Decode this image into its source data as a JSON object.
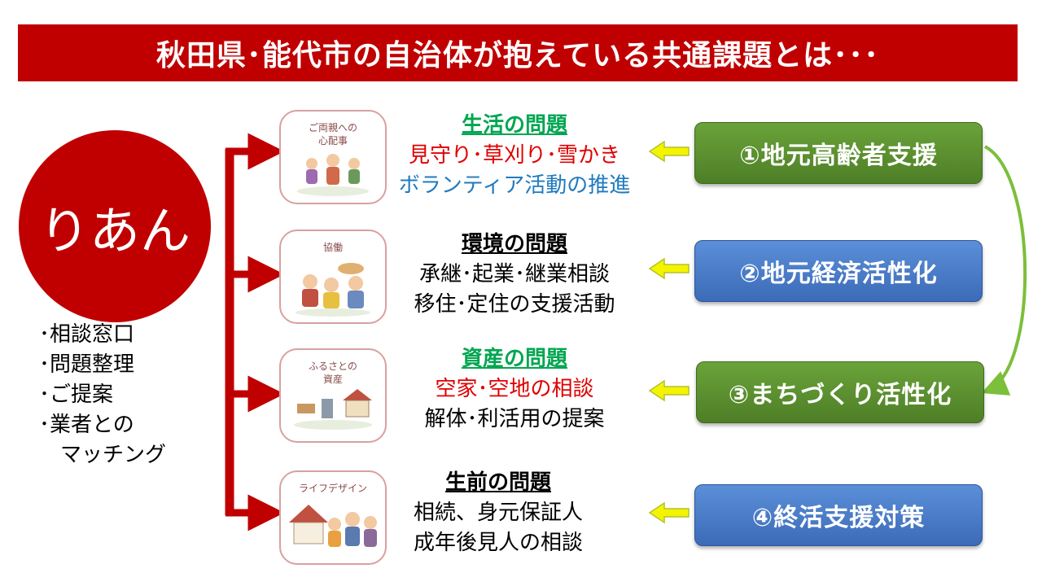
{
  "title": "秋田県･能代市の自治体が抱えている共通課題とは･･･",
  "brand": "りあん",
  "services": [
    "･相談窓口",
    "･問題整理",
    "･ご提案",
    "･業者との",
    "マッチング"
  ],
  "illustrations": [
    {
      "caption_lines": [
        "ご両親への",
        "心配事"
      ]
    },
    {
      "caption_lines": [
        "協働"
      ]
    },
    {
      "caption_lines": [
        "ふるさとの",
        "資産"
      ]
    },
    {
      "caption_lines": [
        "ライフデザイン"
      ]
    }
  ],
  "problems": [
    {
      "title": "生活の問題",
      "lines": [
        "見守り･草刈り･雪かき",
        "ボランティア活動の推進"
      ]
    },
    {
      "title": "環境の問題",
      "lines": [
        "承継･起業･継業相談",
        "移住･定住の支援活動"
      ]
    },
    {
      "title": "資産の問題",
      "lines": [
        "空家･空地の相談",
        "解体･利活用の提案"
      ]
    },
    {
      "title": "生前の問題",
      "lines": [
        "相続、身元保証人",
        "成年後見人の相談"
      ]
    }
  ],
  "goals": [
    "①地元高齢者支援",
    "②地元経済活性化",
    "③まちづくり活性化",
    "④終活支援対策"
  ],
  "colors": {
    "title_bg": "#c00000",
    "connector": "#c00000",
    "green_box": "#5a8f30",
    "blue_box": "#4a7cc8",
    "problem_green": "#00a651",
    "problem_red": "#e00000",
    "problem_blue": "#1f7abf",
    "arrow_fill": "#f4f400"
  }
}
